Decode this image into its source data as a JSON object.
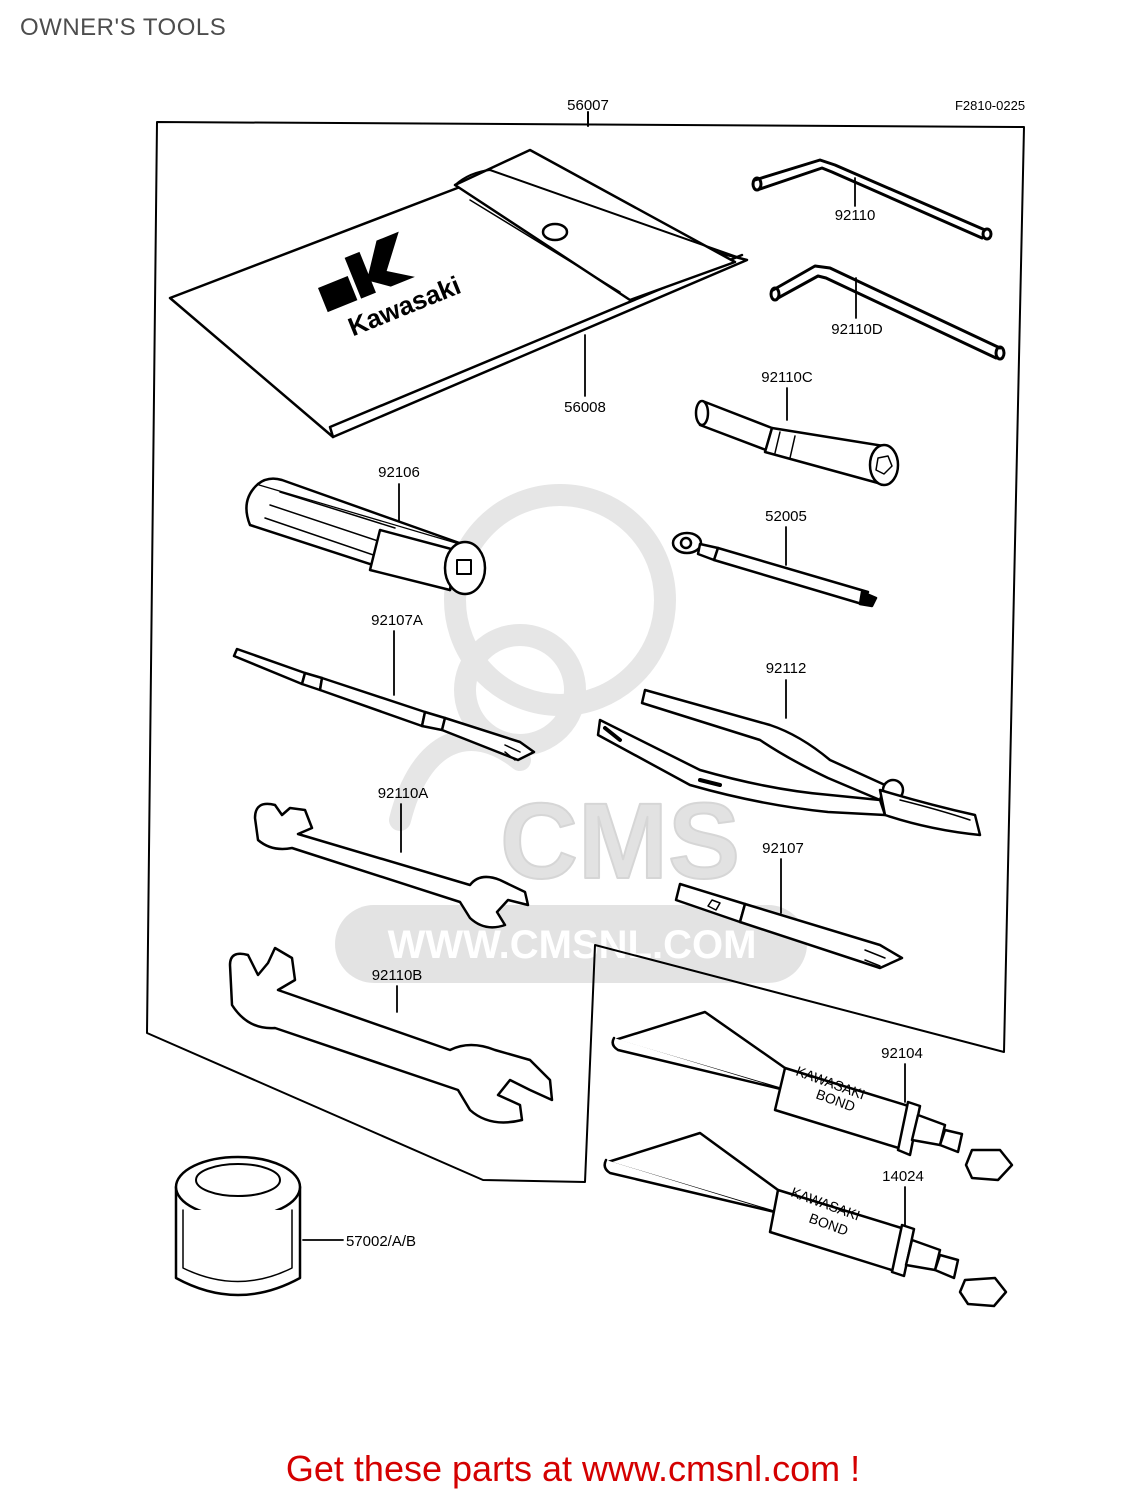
{
  "page": {
    "title": "OWNER'S TOOLS"
  },
  "diagram": {
    "ref_code": "F2810-0225",
    "kit_part": "56007",
    "parts": {
      "hex_key": "92110",
      "hex_key_d": "92110D",
      "tool_pouch": "56008",
      "plug_wrench": "92110C",
      "handle": "92106",
      "extension_bar": "52005",
      "screwdriver_a": "92107A",
      "pliers": "92112",
      "wrench_a": "92110A",
      "screwdriver": "92107",
      "wrench_b": "92110B",
      "bond_tube_1": "92104",
      "bond_tube_2": "14024",
      "oil_container": "57002/A/B"
    },
    "pouch_brand": "Kawasaki",
    "tube_print": [
      "KAWASAKI",
      "BOND"
    ],
    "watermark": {
      "logo": "CMS",
      "url": "WWW.CMSNL.COM"
    }
  },
  "footer": {
    "banner": "Get these parts at www.cmsnl.com !"
  },
  "colors": {
    "ink": "#000000",
    "banner": "#d40000",
    "title": "#4d4d4d",
    "watermark": "#e2e2e2"
  }
}
